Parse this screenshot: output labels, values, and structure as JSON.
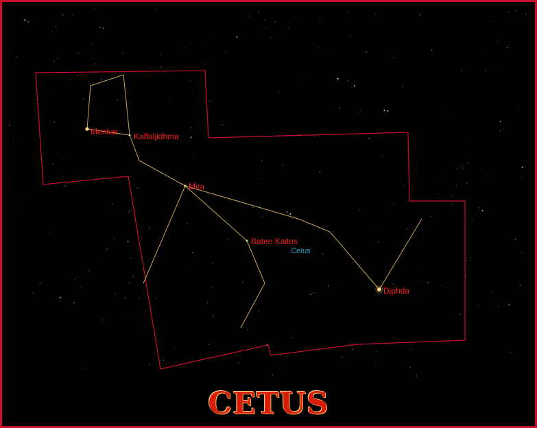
{
  "title": "CETUS",
  "constellation_label": "Cetus",
  "colors": {
    "border": "#c8102e",
    "boundary": "#c8102e",
    "figure_line": "#c8a85a",
    "star_label": "#ff1a1a",
    "constellation_label": "#19a0c8",
    "title": "#d61e0a"
  },
  "named_stars": {
    "menkar": "Menkar",
    "kaffaljidhma": "Kaffaljidhma",
    "mira": "Mira",
    "baten_kaitos": "Baten Kaitos",
    "diphda": "Diphda"
  }
}
